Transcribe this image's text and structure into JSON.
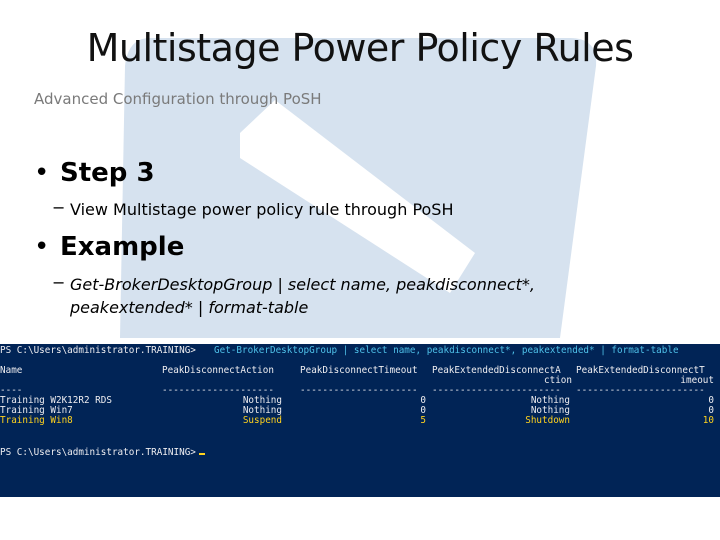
{
  "slide": {
    "title": "Multistage Power Policy Rules",
    "subtitle": "Advanced Configuration through PoSH",
    "bullets": [
      {
        "heading": "Step 3",
        "sub": "View Multistage power policy rule through PoSH"
      },
      {
        "heading": "Example",
        "sub_line1": "Get-BrokerDesktopGroup | select name, peakdisconnect*,",
        "sub_line2": "peakextended* | format-table"
      }
    ],
    "bullet_glyph": "•",
    "dash_glyph": "−"
  },
  "console": {
    "prompt": "PS C:\\Users\\administrator.TRAINING>",
    "command": "Get-BrokerDesktopGroup | select name, peakdisconnect*, peakextended* | format-table",
    "headers": {
      "name": "Name",
      "action": "PeakDisconnectAction",
      "timeout": "PeakDisconnectTimeout",
      "ext_action_l1": "PeakExtendedDisconnectA",
      "ext_action_l2": "ction",
      "ext_timeout_l1": "PeakExtendedDisconnectT",
      "ext_timeout_l2": "imeout"
    },
    "separators": {
      "name": "----",
      "action": "--------------------",
      "timeout": "---------------------",
      "ext_action": "-----------------------",
      "ext_timeout": "-----------------------"
    },
    "rows": [
      {
        "name": "Training W2K12R2 RDS",
        "action": "Nothing",
        "timeout": "0",
        "ext_action": "Nothing",
        "ext_timeout": "0",
        "highlight": false
      },
      {
        "name": "Training Win7",
        "action": "Nothing",
        "timeout": "0",
        "ext_action": "Nothing",
        "ext_timeout": "0",
        "highlight": false
      },
      {
        "name": "Training Win8",
        "action": "Suspend",
        "timeout": "5",
        "ext_action": "Shutdown",
        "ext_timeout": "10",
        "highlight": true
      }
    ],
    "final_prompt": "PS C:\\Users\\administrator.TRAINING>",
    "colors": {
      "background": "#012456",
      "text": "#eeedf0",
      "command": "#4fc1e9",
      "highlight": "#ffd21e"
    }
  }
}
